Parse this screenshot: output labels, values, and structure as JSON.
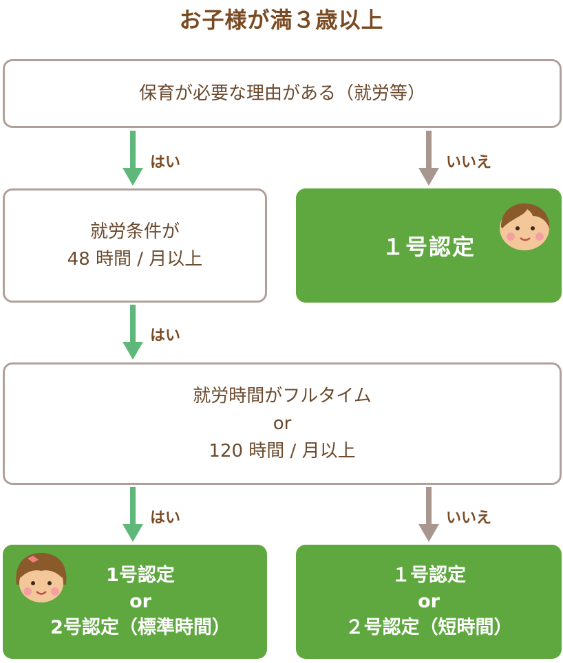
{
  "title": "お子様が満３歳以上",
  "q1": "保育が必要な理由がある（就労等）",
  "q2": {
    "line1": "就労条件が",
    "line2": "48 時間 / 月以上"
  },
  "q3": {
    "line1": "就労時間がフルタイム",
    "line2": "or",
    "line3": "120 時間 / 月以上"
  },
  "labels": {
    "yes": "はい",
    "no": "いいえ"
  },
  "results": {
    "r1": "１号認定",
    "r2": {
      "line1": "1号認定",
      "line2": "or",
      "line3": "2号認定（標準時間）"
    },
    "r3": {
      "line1": "１号認定",
      "line2": "or",
      "line3": "２号認定（短時間）"
    }
  },
  "colors": {
    "green": "#5fa73f",
    "arrow_yes": "#5fb87a",
    "arrow_no": "#a8978f",
    "brown": "#7a4a22"
  }
}
